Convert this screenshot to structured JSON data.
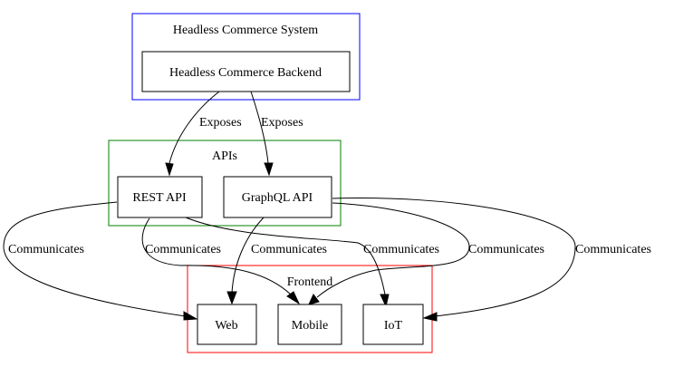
{
  "clusters": {
    "system": {
      "label": "Headless Commerce System",
      "color": "#0000ff"
    },
    "apis": {
      "label": "APIs",
      "color": "#008000"
    },
    "frontend": {
      "label": "Frontend",
      "color": "#ff0000"
    }
  },
  "nodes": {
    "backend": "Headless Commerce Backend",
    "rest": "REST API",
    "graphql": "GraphQL API",
    "web": "Web",
    "mobile": "Mobile",
    "iot": "IoT"
  },
  "edges": [
    {
      "from": "Headless Commerce Backend",
      "to": "REST API",
      "label": "Exposes"
    },
    {
      "from": "Headless Commerce Backend",
      "to": "GraphQL API",
      "label": "Exposes"
    },
    {
      "from": "REST API",
      "to": "Web",
      "label": "Communicates"
    },
    {
      "from": "REST API",
      "to": "Mobile",
      "label": "Communicates"
    },
    {
      "from": "REST API",
      "to": "IoT",
      "label": "Communicates"
    },
    {
      "from": "GraphQL API",
      "to": "Web",
      "label": "Communicates"
    },
    {
      "from": "GraphQL API",
      "to": "Mobile",
      "label": "Communicates"
    },
    {
      "from": "GraphQL API",
      "to": "IoT",
      "label": "Communicates"
    }
  ]
}
